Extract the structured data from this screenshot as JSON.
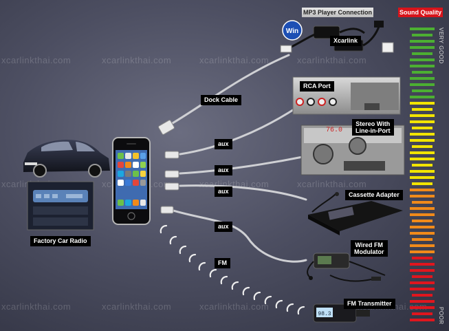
{
  "headers": {
    "mp3_connection": "MP3 Player Connection",
    "sound_quality": "Sound Quality"
  },
  "watermark": "xcarlinkthai.com",
  "quality_scale": {
    "top": "VERY GOOD",
    "bottom": "POOR"
  },
  "labels": {
    "xcarlink": "Xcarlink",
    "dock_cable": "Dock Cable",
    "rca_port": "RCA Port",
    "stereo_line1": "Stereo With",
    "stereo_line2": "Line-in-Port",
    "aux": "aux",
    "cassette_adapter": "Cassette Adapter",
    "wired_fm_line1": "Wired FM",
    "wired_fm_line2": "Modulator",
    "fm": "FM",
    "fm_transmitter": "FM Transmitter",
    "factory_car_radio": "Factory Car Radio",
    "win_badge": "Win",
    "stereo_display": "76.0",
    "transmitter_display": "98.3"
  },
  "colors": {
    "quality_high": "#4caf32",
    "quality_mid": "#f2e400",
    "quality_low_mid": "#f08a1a",
    "quality_low": "#e0161e",
    "sound_quality_header": "#d8141b"
  }
}
